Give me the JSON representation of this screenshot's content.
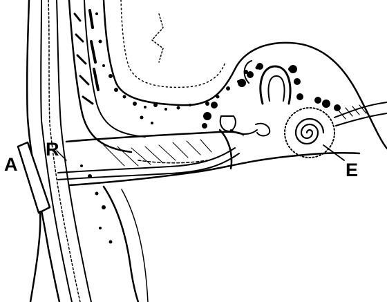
{
  "labels": {
    "a": "A",
    "r": "R",
    "e": "E"
  },
  "colors": {
    "ink": "#000000",
    "paper": "#ffffff"
  }
}
